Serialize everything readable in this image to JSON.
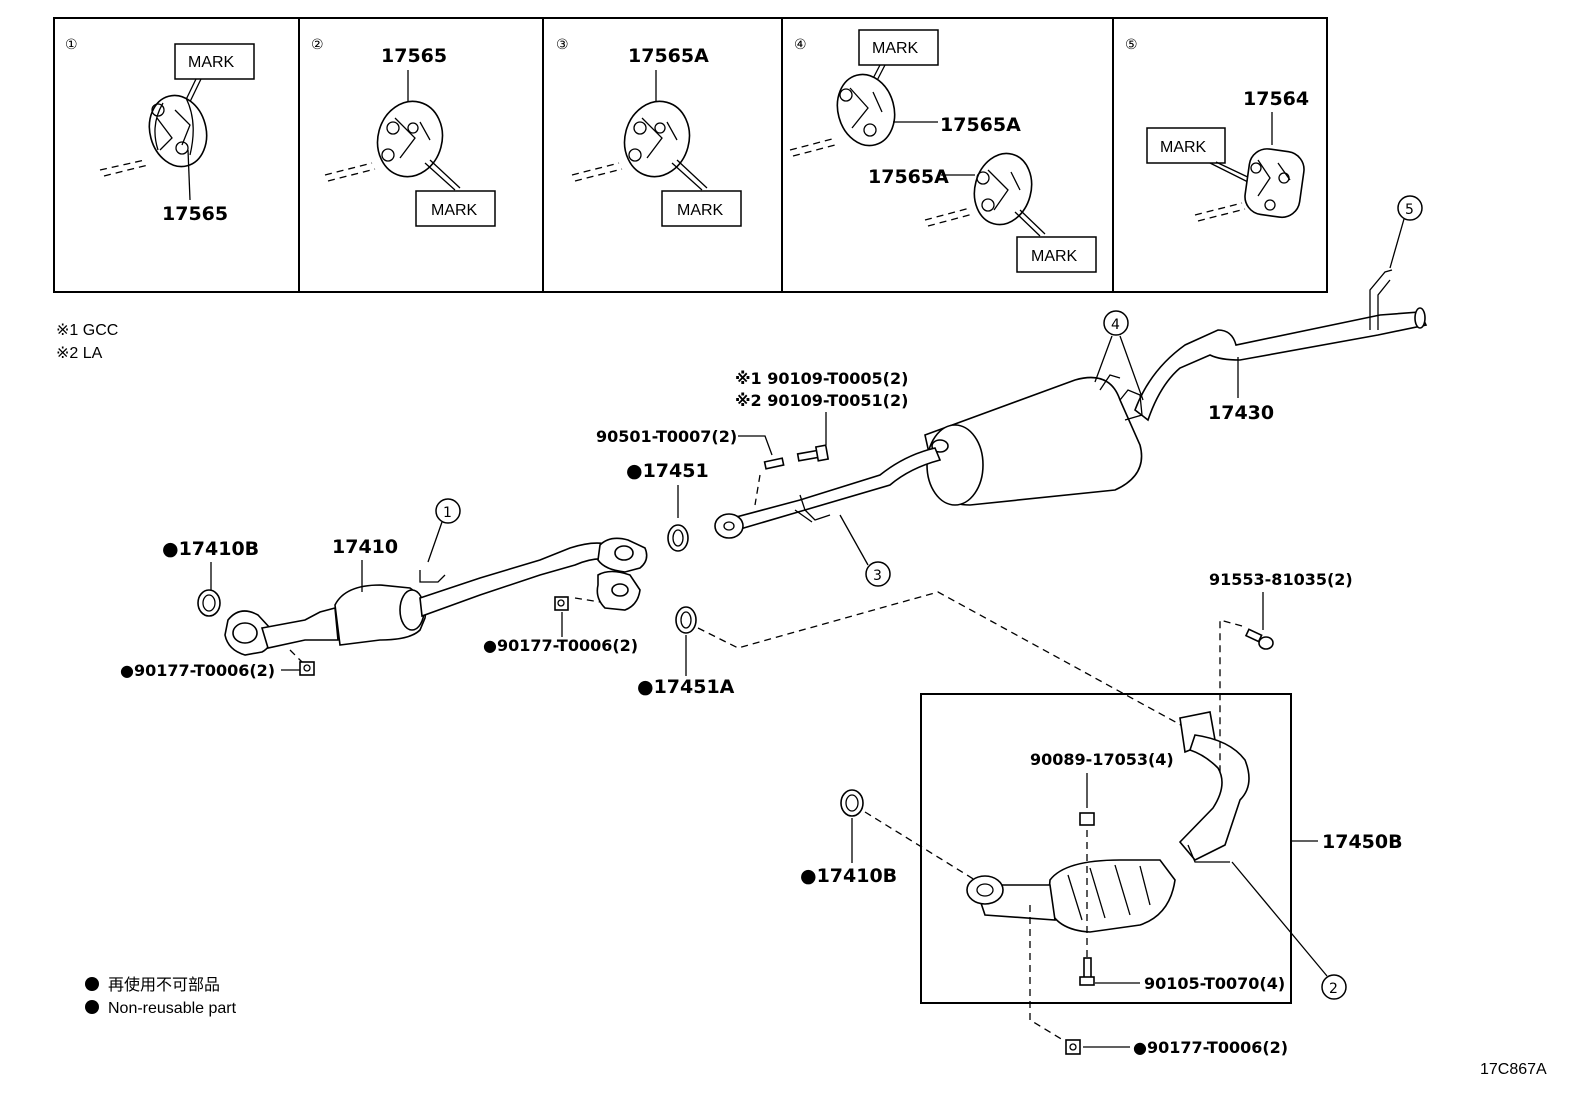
{
  "insets": {
    "n1": "①",
    "n2": "②",
    "n3": "③",
    "n4": "④",
    "n5": "⑤",
    "i1_part": "17565",
    "i1_mark": "MARK",
    "i2_part": "17565",
    "i2_mark": "MARK",
    "i3_part": "17565A",
    "i3_mark": "MARK",
    "i4_part_a": "17565A",
    "i4_part_b": "17565A",
    "i4_mark_a": "MARK",
    "i4_mark_b": "MARK",
    "i5_part": "17564",
    "i5_mark": "MARK"
  },
  "notes": {
    "gcc": "※1 GCC",
    "la": "※2 LA"
  },
  "parts": {
    "p17430": "17430",
    "p_90109_1": "※1  90109-T0005(2)",
    "p_90109_2": "※2  90109-T0051(2)",
    "p_90501": "90501-T0007(2)",
    "p_17451": "●17451",
    "p_17410b_top": "●17410B",
    "p_17410": "17410",
    "p_90177_left": "●90177-T0006(2)",
    "p_90177_mid": "●90177-T0006(2)",
    "p_17451a": "●17451A",
    "p_91553": "91553-81035(2)",
    "p_90089": "90089-17053(4)",
    "p_17450b": "17450B",
    "p_17410b_bottom": "●17410B",
    "p_90105": "90105-T0070(4)",
    "p_90177_bottom": "●90177-T0006(2)"
  },
  "callouts": {
    "c1": "1",
    "c2": "2",
    "c3": "3",
    "c4": "4",
    "c5": "5"
  },
  "legend": {
    "line_jp": "再使用不可部品",
    "line_en": "Non-reusable part"
  },
  "diagram_code": "17C867A"
}
